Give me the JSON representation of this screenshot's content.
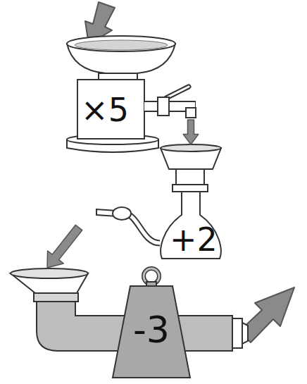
{
  "diagram": {
    "nodes": [
      {
        "text": [
          "×5"
        ]
      },
      {
        "text": [
          "+2"
        ]
      },
      {
        "text": [
          "-3"
        ]
      }
    ],
    "edges": [
      {
        "from": 0,
        "to": 1,
        "arrow": "to"
      },
      {
        "from": 1,
        "to": 2,
        "arrow": "to"
      }
    ]
  }
}
